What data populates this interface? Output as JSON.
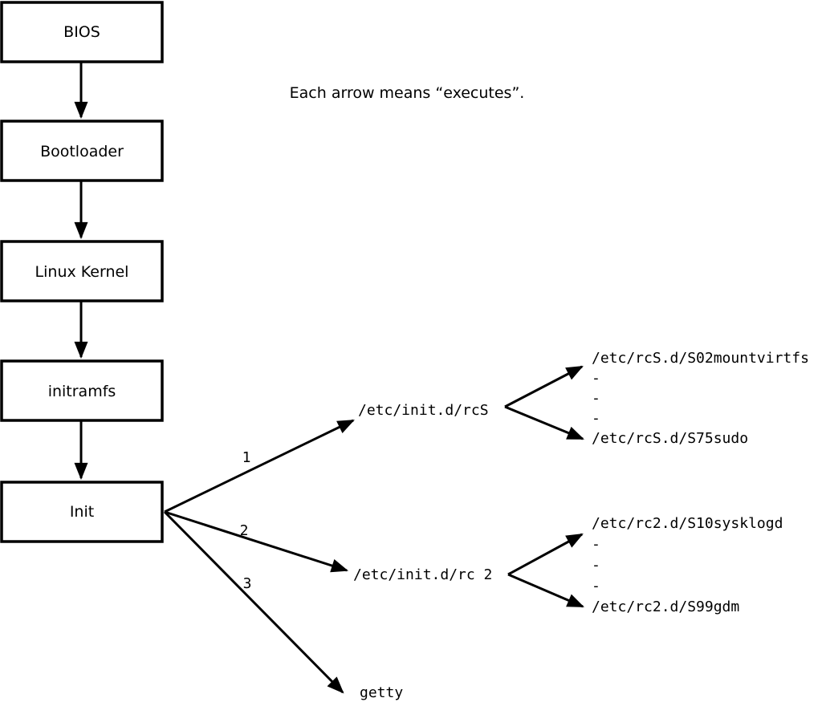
{
  "caption": "Each arrow means “executes”.",
  "colors": {
    "line": "#000000",
    "background": "#ffffff"
  },
  "boot_chain": {
    "boxes": [
      {
        "label": "BIOS"
      },
      {
        "label": "Bootloader"
      },
      {
        "label": "Linux Kernel"
      },
      {
        "label": "initramfs"
      },
      {
        "label": "Init"
      }
    ]
  },
  "init_targets": [
    {
      "order": "1",
      "label": "/etc/init.d/rcS"
    },
    {
      "order": "2",
      "label": "/etc/init.d/rc 2"
    },
    {
      "order": "3",
      "label": "getty"
    }
  ],
  "rcS_scripts": {
    "rows": [
      "/etc/rcS.d/S02mountvirtfs",
      "-",
      "-",
      "-",
      "/etc/rcS.d/S75sudo"
    ]
  },
  "rc2_scripts": {
    "rows": [
      "/etc/rc2.d/S10sysklogd",
      "-",
      "-",
      "-",
      "/etc/rc2.d/S99gdm"
    ]
  }
}
